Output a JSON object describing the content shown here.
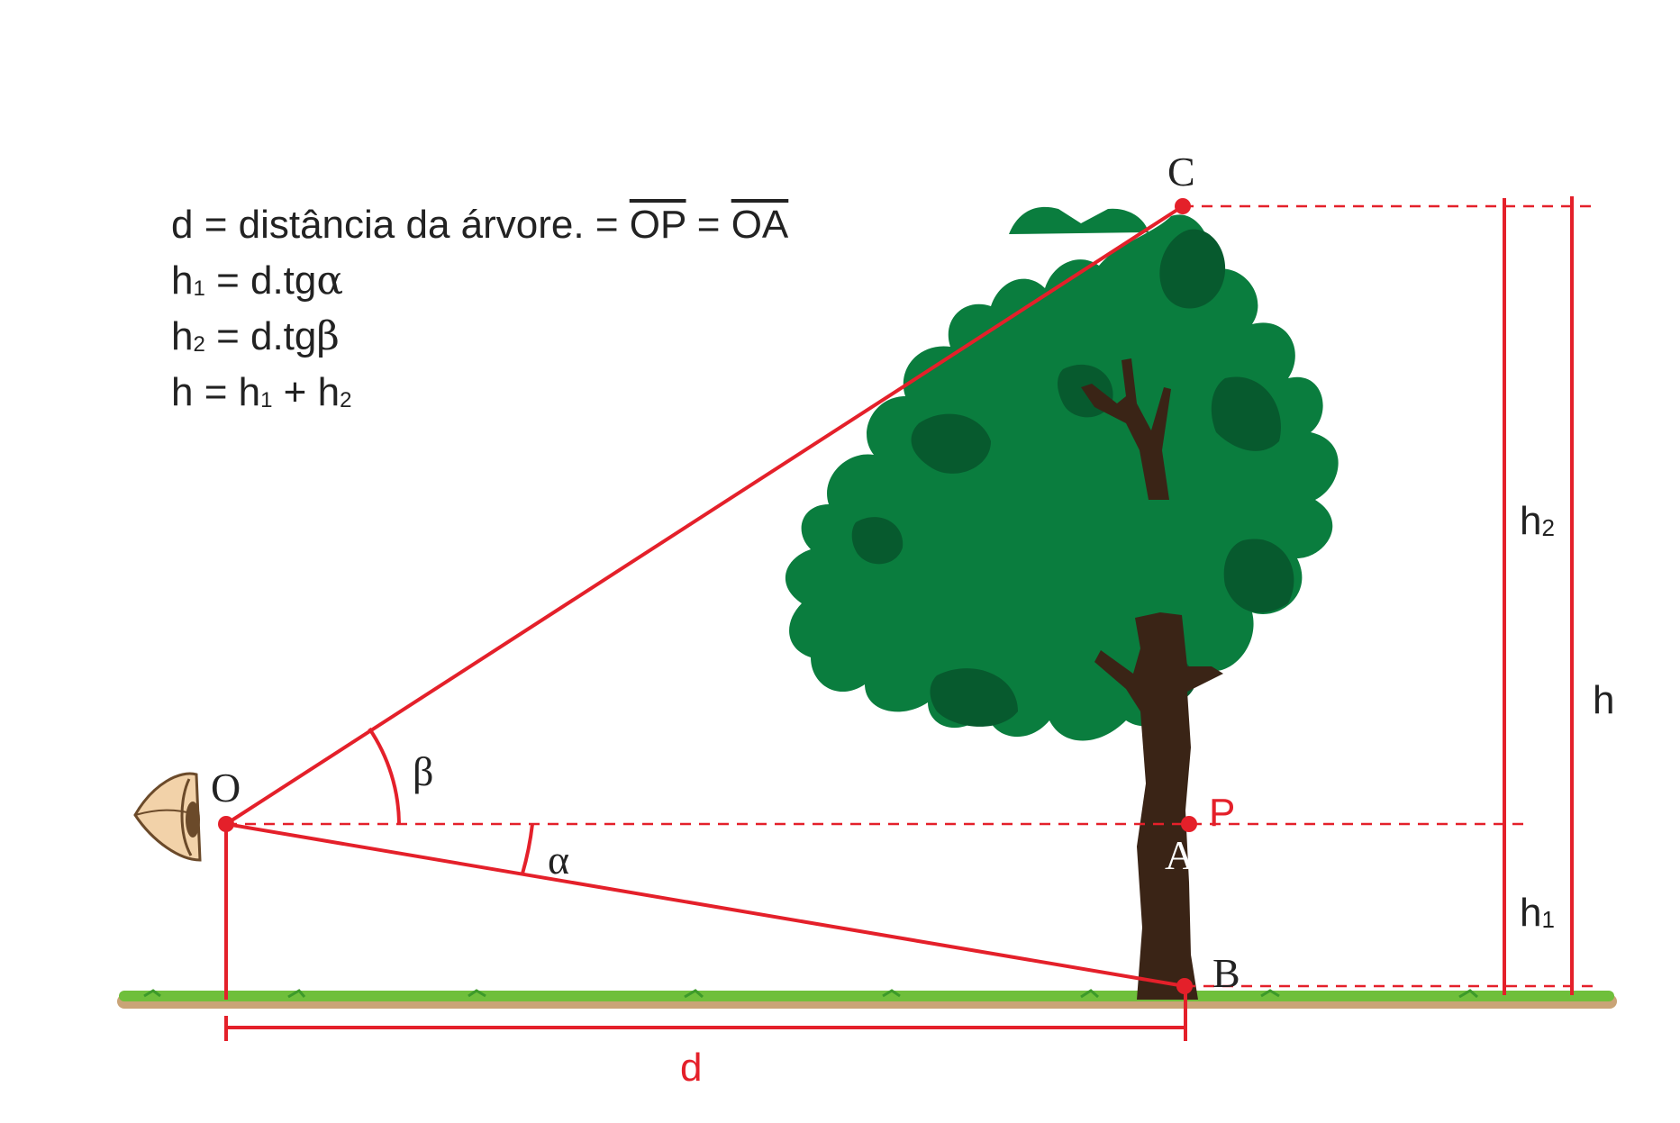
{
  "formulas": {
    "line1": {
      "prefix": "d = distância da árvore.  = ",
      "seg1": "OP",
      "eq": " = ",
      "seg2": "OA"
    },
    "line2": {
      "lhs": "h",
      "sub": "1",
      "rhs": " = d.tg",
      "greek": "α"
    },
    "line3": {
      "lhs": "h",
      "sub": "2",
      "rhs": " = d.tg",
      "greek": "β"
    },
    "line4": {
      "lhs": "h = h",
      "sub1": "1",
      "plus": " + h",
      "sub2": "2"
    }
  },
  "points": {
    "O": "O",
    "C": "C",
    "P": "P",
    "A": "A",
    "B": "B"
  },
  "angles": {
    "alpha": "α",
    "beta": "β"
  },
  "measures": {
    "d": "d",
    "h": "h",
    "h1": "h",
    "h1_sub": "1",
    "h2": "h",
    "h2_sub": "2"
  },
  "colors": {
    "accent_red": "#e4202a",
    "foliage_main": "#0a7d3e",
    "foliage_dark": "#075a2e",
    "trunk": "#3a2416",
    "grass": "#6fbf3b",
    "soil": "#c9a477",
    "text": "#222222"
  },
  "icons": {
    "eye": "eye-icon",
    "tree": "tree-icon",
    "ground": "grass-ground"
  }
}
